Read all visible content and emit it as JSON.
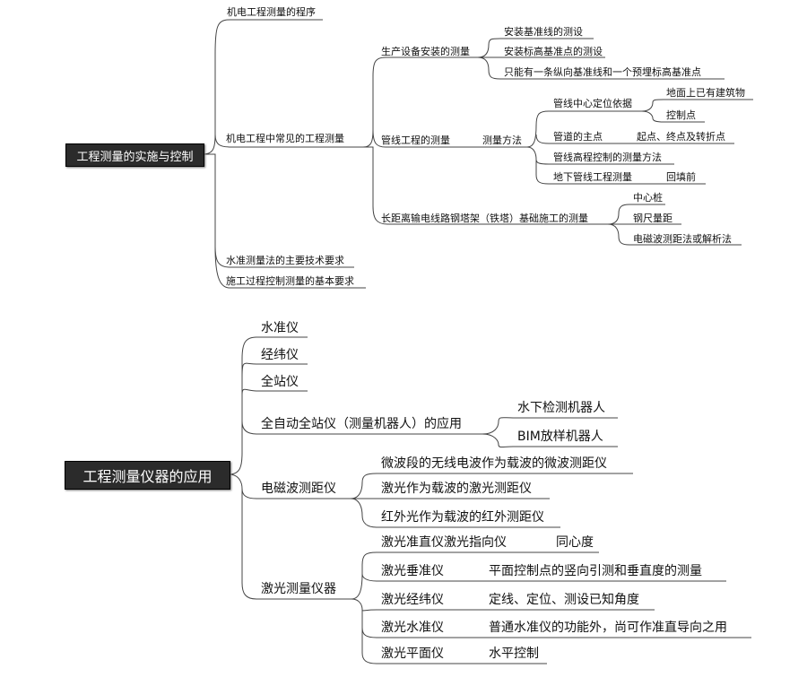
{
  "map1": {
    "root": "工程测量的实施与控制",
    "b_procedure": "机电工程测量的程序",
    "b_common": "机电工程中常见的工程测量",
    "equipment": "生产设备安装的测量",
    "eq_baseline": "安装基准线的测设",
    "eq_elevation": "安装标高基准点的测设",
    "eq_single": "只能有一条纵向基准线和一个预埋标高基准点",
    "pipeline": "管线工程的测量",
    "method": "测量方法",
    "center_basis": "管线中心定位依据",
    "existing_buildings": "地面上已有建筑物",
    "control_point": "控制点",
    "main_points": "管道的主点",
    "start_end_turn": "起点、终点及转折点",
    "elevation_control": "管线高程控制的测量方法",
    "underground": "地下管线工程测量",
    "before_backfill": "回填前",
    "tower": "长距离输电线路钢塔架（铁塔）基础施工的测量",
    "center_stake": "中心桩",
    "steel_tape": "钢尺量距",
    "em_distance": "电磁波测距法或解析法",
    "b_leveling": "水准测量法的主要技术要求",
    "b_construction": "施工过程控制测量的基本要求"
  },
  "map2": {
    "root": "工程测量仪器的应用",
    "level": "水准仪",
    "theodolite": "经纬仪",
    "total_station": "全站仪",
    "auto_total": "全自动全站仪（测量机器人）的应用",
    "underwater_robot": "水下检测机器人",
    "bim_robot": "BIM放样机器人",
    "em_rangefinder": "电磁波测距仪",
    "microwave": "微波段的无线电波作为载波的微波测距仪",
    "laser_carrier": "激光作为载波的激光测距仪",
    "infrared": "红外光作为载波的红外测距仪",
    "laser_instruments": "激光测量仪器",
    "laser_straight": "激光准直仪激光指向仪",
    "concentricity": "同心度",
    "laser_vertical": "激光垂准仪",
    "vertical_desc": "平面控制点的竖向引测和垂直度的测量",
    "laser_theodolite": "激光经纬仪",
    "theo_desc": "定线、定位、测设已知角度",
    "laser_level": "激光水准仪",
    "level_desc": "普通水准仪的功能外，尚可作准直导向之用",
    "laser_plane": "激光平面仪",
    "plane_desc": "水平控制"
  }
}
